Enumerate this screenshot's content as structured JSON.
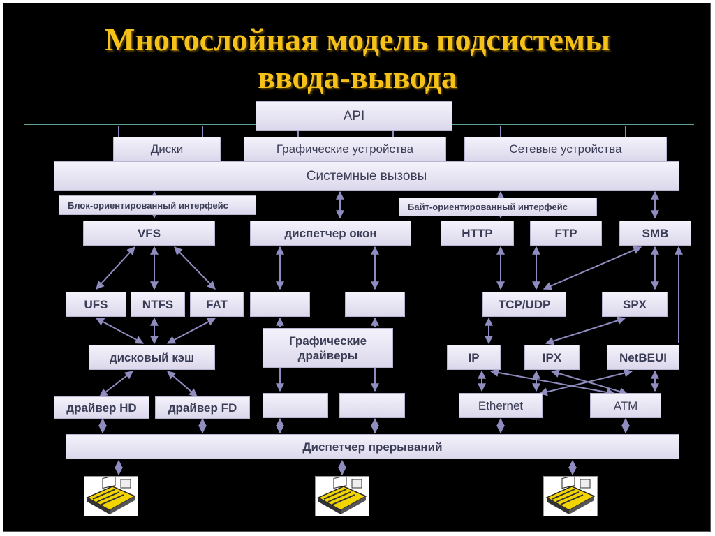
{
  "title": {
    "line1": "Многослойная модель подсистемы",
    "line2": "ввода-вывода"
  },
  "layers": {
    "api": "API",
    "devices": [
      "Диски",
      "Графические устройства",
      "Сетевые устройства"
    ],
    "syscalls": "Системные вызовы",
    "block_interface": "Блок-ориентированный интерфейс",
    "byte_interface": "Байт-ориентированный интерфейс"
  },
  "modules": {
    "vfs": "VFS",
    "window_manager": "диспетчер окон",
    "http": "HTTP",
    "ftp": "FTP",
    "smb": "SMB",
    "ufs": "UFS",
    "ntfs": "NTFS",
    "fat": "FAT",
    "tcp_udp": "TCP/UDP",
    "spx": "SPX",
    "disk_cache": "дисковый кэш",
    "graphics_drivers": "Графические драйверы",
    "ip": "IP",
    "ipx": "IPX",
    "netbeui": "NetBEUI",
    "hd_driver": "драйвер HD",
    "fd_driver": "драйвер FD",
    "ethernet": "Ethernet",
    "atm": "ATM",
    "interrupt_manager": "Диспетчер прерываний"
  },
  "hardware_icons": [
    "circuit-board-icon",
    "circuit-board-icon",
    "circuit-board-icon"
  ],
  "colors": {
    "background": "#000000",
    "title": "#f6c21a",
    "box": "#e8e6f4",
    "arrow": "#8f8cc0"
  }
}
